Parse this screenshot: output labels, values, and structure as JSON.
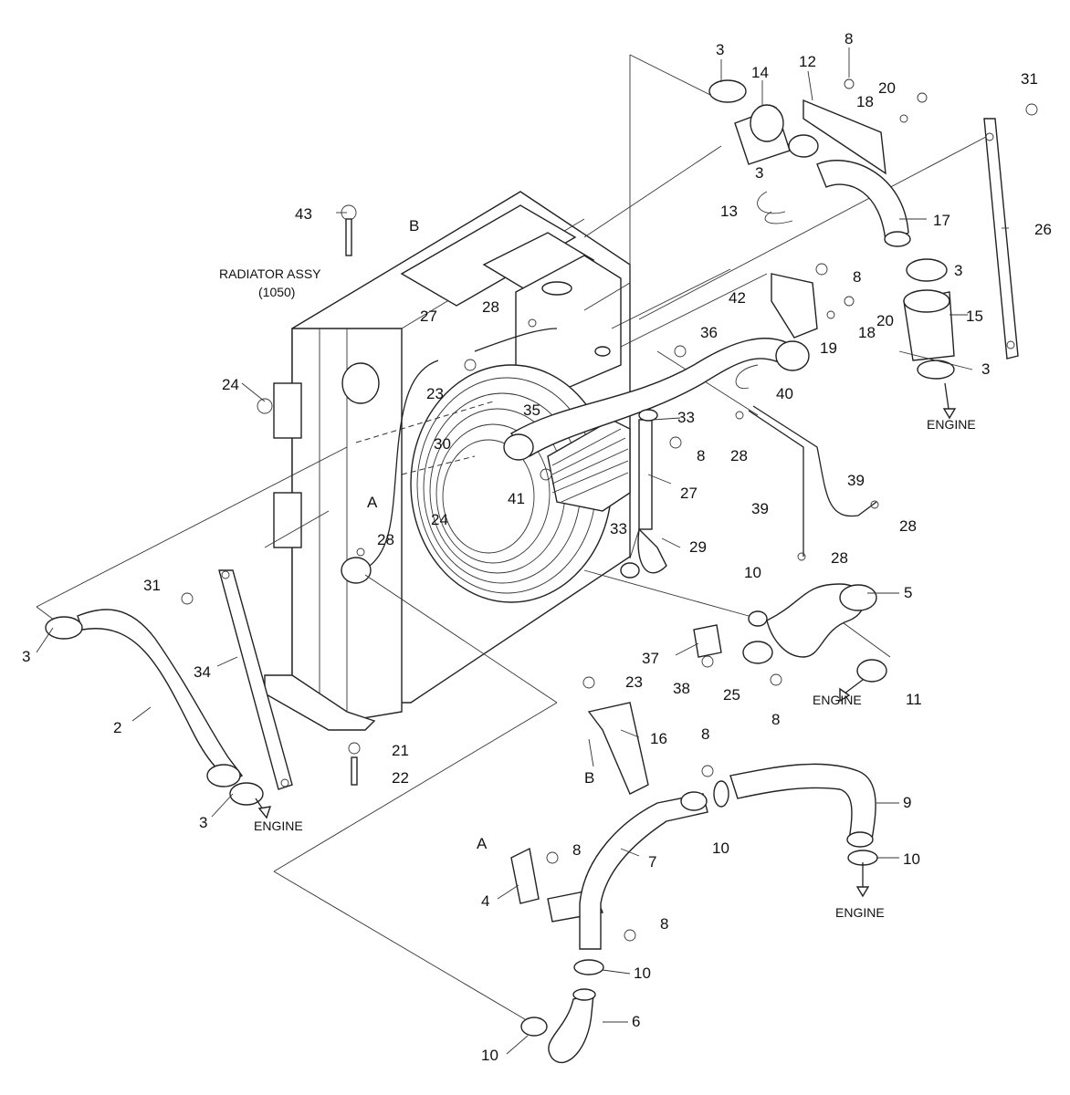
{
  "radiator": {
    "title": "RADIATOR ASSY",
    "code": "(1050)"
  },
  "engine_label": "ENGINE",
  "refs": {
    "a": "A",
    "b": "B"
  },
  "callouts": {
    "c3": "3",
    "c14": "14",
    "c12": "12",
    "c8": "8",
    "c20": "20",
    "c18": "18",
    "c31": "31",
    "c13": "13",
    "c17": "17",
    "c26": "26",
    "c15": "15",
    "c19": "19",
    "c36": "36",
    "c42": "42",
    "c40": "40",
    "c33": "33",
    "c35": "35",
    "c41": "41",
    "c27": "27",
    "c29": "29",
    "c39": "39",
    "c28": "28",
    "c30": "30",
    "c24": "24",
    "c23": "23",
    "c43": "43",
    "c5": "5",
    "c10": "10",
    "c11": "11",
    "c25": "25",
    "c37": "37",
    "c38": "38",
    "c34": "34",
    "c2": "2",
    "c21": "21",
    "c22": "22",
    "c16": "16",
    "c9": "9",
    "c7": "7",
    "c4": "4",
    "c6": "6"
  }
}
